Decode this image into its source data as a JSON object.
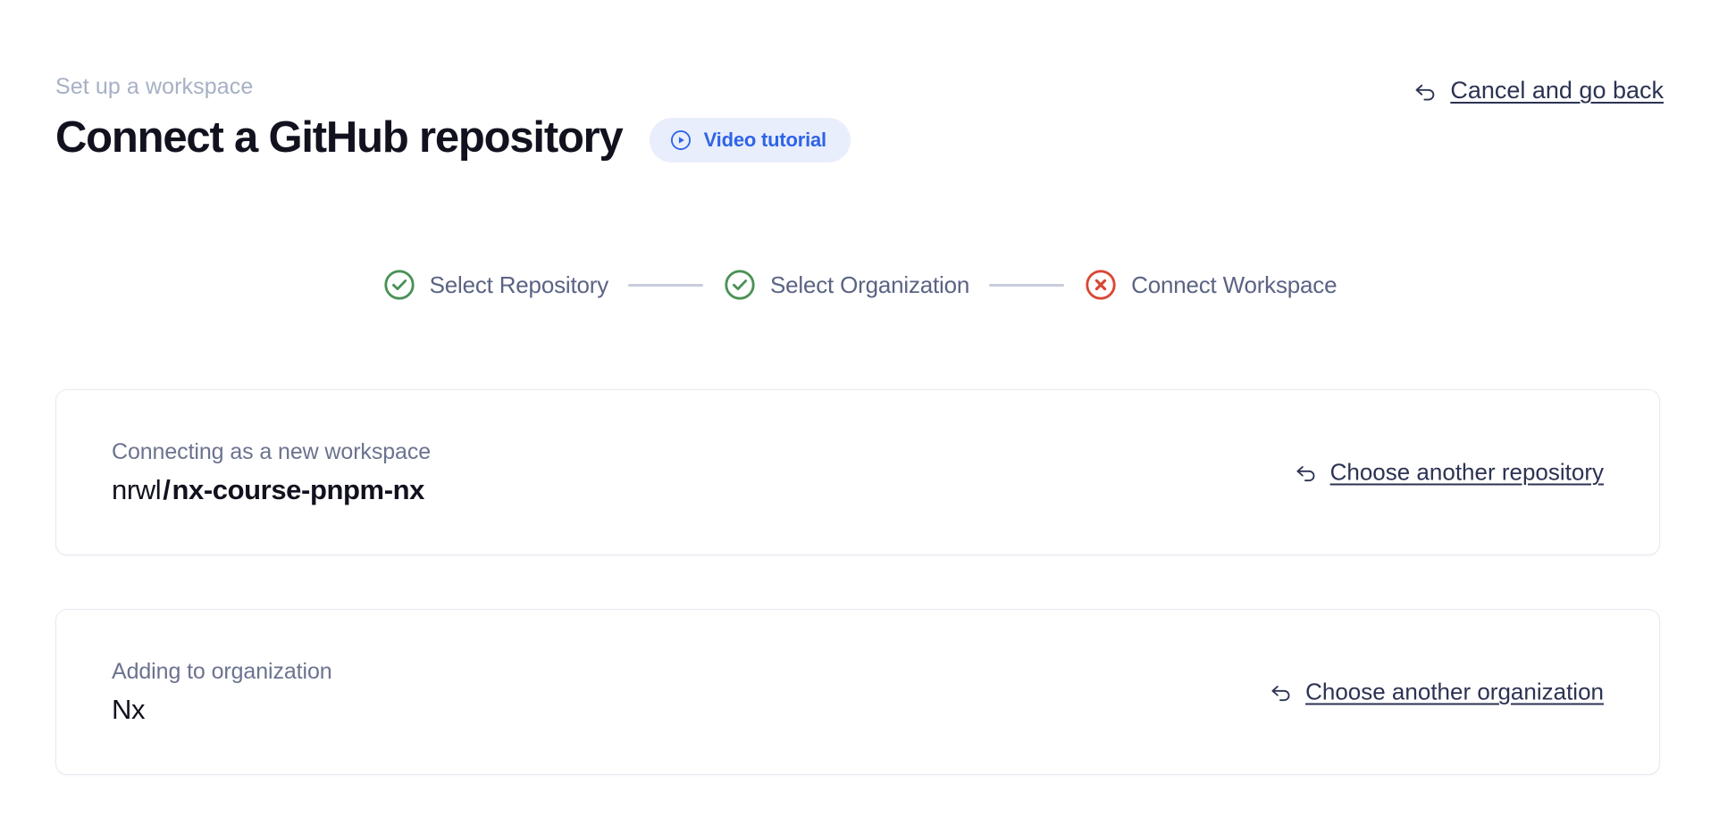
{
  "header": {
    "eyebrow": "Set up a workspace",
    "title": "Connect a GitHub repository",
    "video_tutorial_label": "Video tutorial",
    "cancel_label": "Cancel and go back",
    "icons": {
      "play_circle": "play-circle-icon",
      "uturn_left": "arrow-uturn-left-icon"
    }
  },
  "stepper": {
    "steps": [
      {
        "label": "Select Repository",
        "state": "complete",
        "icon": "check-circle-icon"
      },
      {
        "label": "Select Organization",
        "state": "complete",
        "icon": "check-circle-icon"
      },
      {
        "label": "Connect Workspace",
        "state": "error",
        "icon": "x-circle-icon"
      }
    ]
  },
  "cards": {
    "repository": {
      "label": "Connecting as a new workspace",
      "owner": "nrwl",
      "separator": "/",
      "name": "nx-course-pnpm-nx",
      "action_label": "Choose another repository",
      "action_icon": "arrow-uturn-left-icon"
    },
    "organization": {
      "label": "Adding to organization",
      "value": "Nx",
      "action_label": "Choose another organization",
      "action_icon": "arrow-uturn-left-icon"
    }
  },
  "colors": {
    "background": "#ffffff",
    "title": "#12121f",
    "eyebrow": "#a7b0c4",
    "accent_blue": "#2f64e8",
    "accent_blue_bg": "#e9eefc",
    "link": "#2c3352",
    "muted": "#5b6384",
    "card_border": "#e8e9f1",
    "connector": "#c8cddd",
    "success_green": "#4a9156",
    "error_red": "#d84734"
  }
}
